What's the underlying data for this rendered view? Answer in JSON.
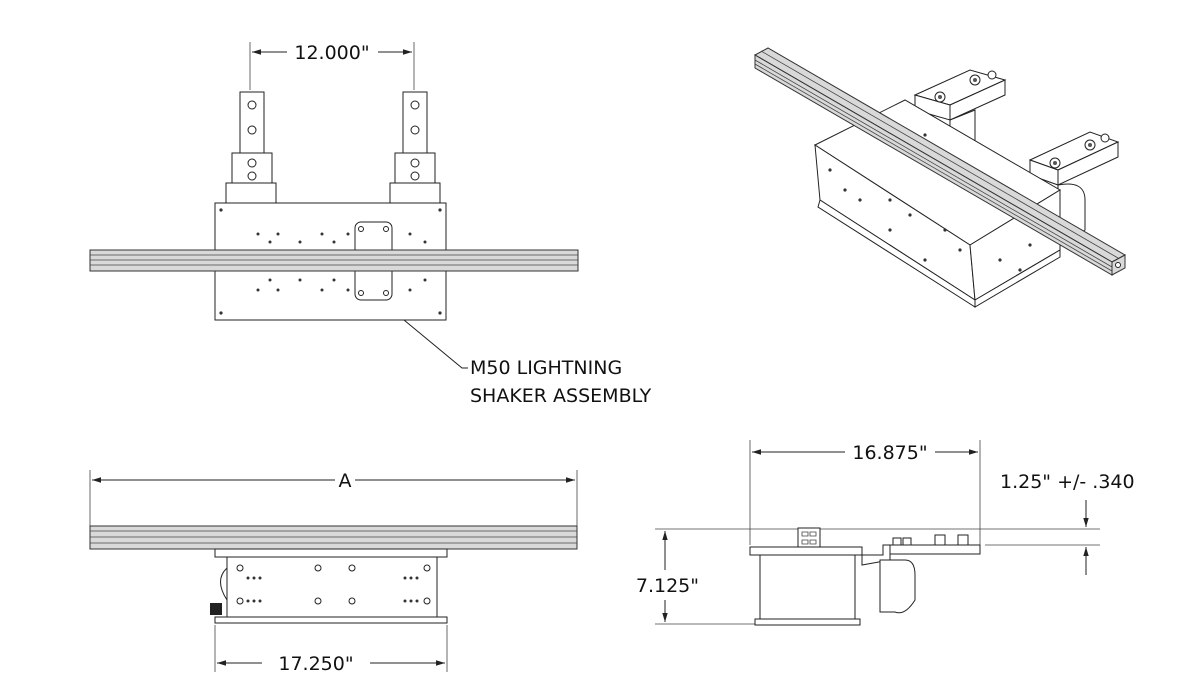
{
  "dimensions": {
    "top_view_width": "12.000\"",
    "front_view_length": "A",
    "front_view_width": "17.250\"",
    "side_view_width": "16.875\"",
    "side_view_height": "7.125\"",
    "side_view_offset": "1.25\" +/- .340"
  },
  "callout": {
    "line1": "M50 LIGHTNING",
    "line2": "SHAKER ASSEMBLY"
  }
}
